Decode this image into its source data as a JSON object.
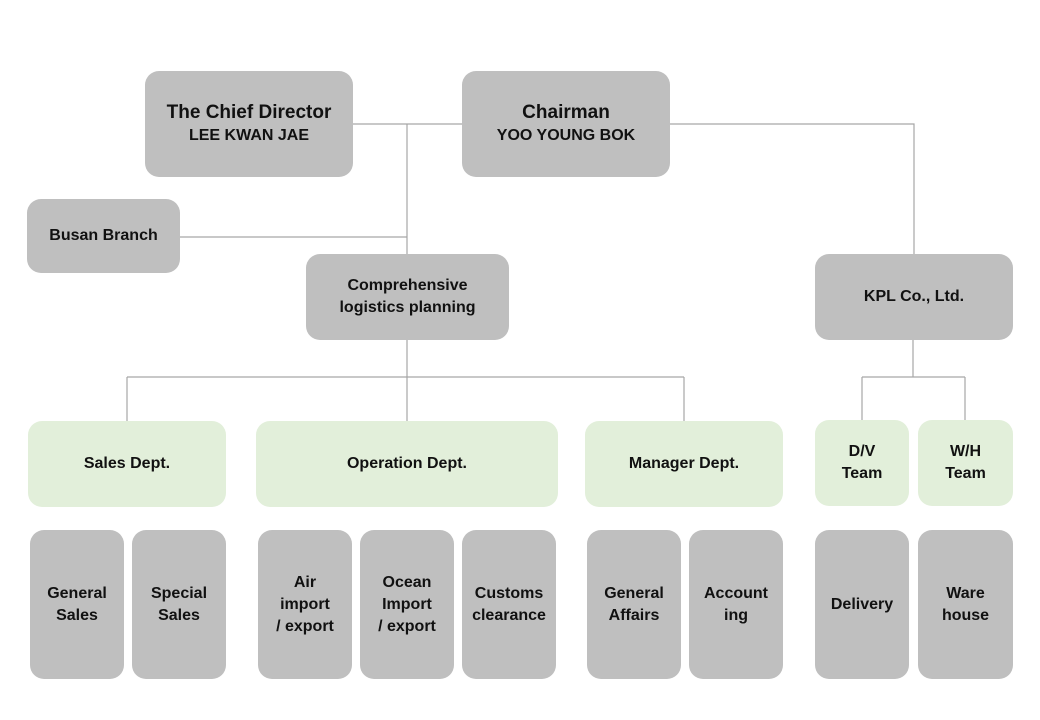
{
  "colors": {
    "gray_box": "#bfbfbf",
    "green_box": "#e2efda",
    "connector": "#a6a6a6",
    "text": "#111111"
  },
  "nodes": {
    "chief_director": {
      "title": "The Chief Director",
      "name": "LEE KWAN JAE"
    },
    "chairman": {
      "title": "Chairman",
      "name": "YOO YOUNG BOK"
    },
    "busan_branch": {
      "label": "Busan Branch"
    },
    "logistics_planning": {
      "line1": "Comprehensive",
      "line2": "logistics planning"
    },
    "kpl": {
      "label": "KPL Co., Ltd."
    },
    "sales_dept": {
      "label": "Sales Dept."
    },
    "operation_dept": {
      "label": "Operation Dept."
    },
    "manager_dept": {
      "label": "Manager Dept."
    },
    "dv_team": {
      "line1": "D/V",
      "line2": "Team"
    },
    "wh_team": {
      "line1": "W/H",
      "line2": "Team"
    },
    "general_sales": {
      "line1": "General",
      "line2": "Sales"
    },
    "special_sales": {
      "line1": "Special",
      "line2": "Sales"
    },
    "air": {
      "line1": "Air",
      "line2": "import",
      "line3": "/ export"
    },
    "ocean": {
      "line1": "Ocean",
      "line2": "Import",
      "line3": "/ export"
    },
    "customs": {
      "line1": "Customs",
      "line2": "clearance"
    },
    "general_affairs": {
      "line1": "General",
      "line2": "Affairs"
    },
    "accounting": {
      "line1": "Account",
      "line2": "ing"
    },
    "delivery": {
      "label": "Delivery"
    },
    "warehouse": {
      "line1": "Ware",
      "line2": "house"
    }
  }
}
